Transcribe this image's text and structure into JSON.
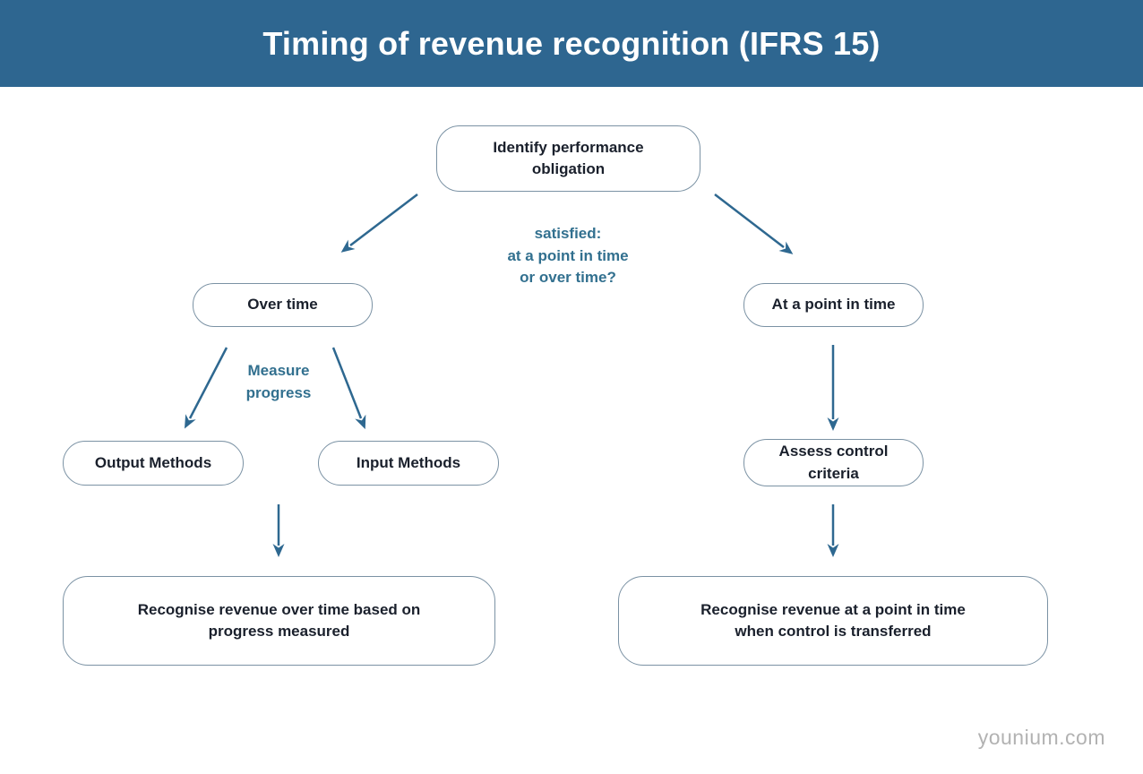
{
  "header": {
    "title": "Timing of revenue recognition (IFRS 15)"
  },
  "nodes": {
    "identify": "Identify performance\nobligation",
    "over_time": "Over time",
    "at_point_in_time": "At a point in time",
    "output_methods": "Output Methods",
    "input_methods": "Input Methods",
    "assess_control": "Assess control\ncriteria",
    "recognise_over_time": "Recognise revenue over time based on\nprogress measured",
    "recognise_point_in_time": "Recognise revenue at a point in time\nwhen control is transferred"
  },
  "annotations": {
    "satisfied_question": "satisfied:\nat a point in time\nor over time?",
    "measure_progress": "Measure\nprogress"
  },
  "watermark": "younium.com",
  "colors": {
    "accent": "#2e6690",
    "arrow": "#2e6890",
    "annotation": "#32708f",
    "node_border": "#7b92a4",
    "node_text": "#1a202c",
    "watermark": "#b2b2b2"
  }
}
